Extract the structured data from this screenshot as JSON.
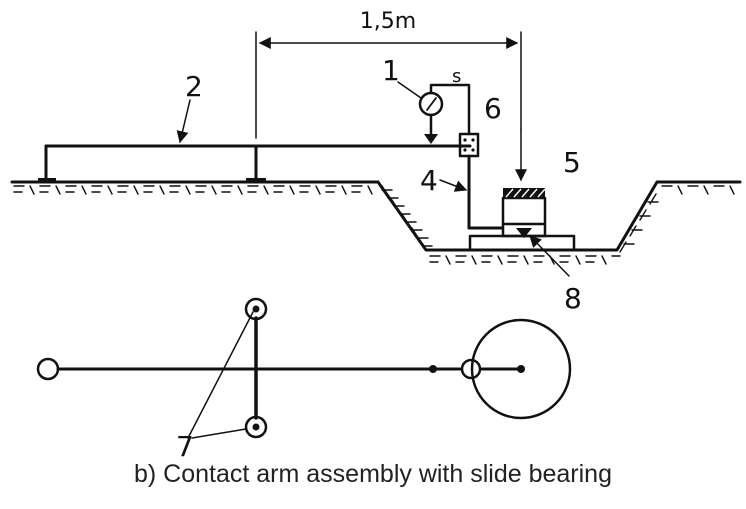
{
  "dimension_label": "1,5m",
  "dial_label": "s",
  "parts": {
    "p1": "1",
    "p2": "2",
    "p4": "4",
    "p5": "5",
    "p6": "6",
    "p7": "7",
    "p8": "8"
  },
  "caption": "b) Contact arm assembly with slide bearing"
}
